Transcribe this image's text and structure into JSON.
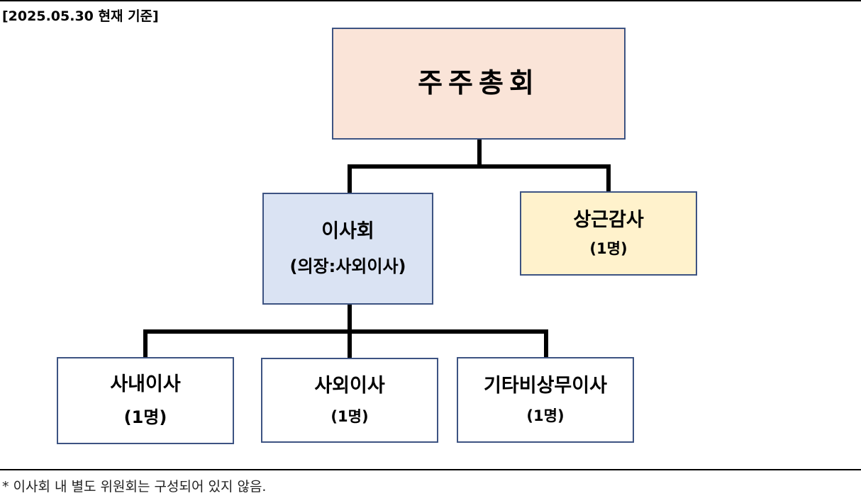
{
  "header": {
    "date_label": "[2025.05.30 현재 기준]"
  },
  "org_chart": {
    "shareholders": {
      "title": "주주총회"
    },
    "board": {
      "title": "이사회",
      "subtitle": "(의장:사외이사)"
    },
    "auditor": {
      "title": "상근감사",
      "count": "(1명)"
    },
    "members": [
      {
        "title": "사내이사",
        "count": "(1명)"
      },
      {
        "title": "사외이사",
        "count": "(1명)"
      },
      {
        "title": "기타비상무이사",
        "count": "(1명)"
      }
    ]
  },
  "footnote": "* 이사회 내 별도 위원회는 구성되어 있지 않음.",
  "colors": {
    "shareholders_fill": "#fae4d8",
    "board_fill": "#dae3f3",
    "auditor_fill": "#fff2cc",
    "member_fill": "#ffffff",
    "box_border": "#3d5382",
    "connector": "#000000"
  }
}
